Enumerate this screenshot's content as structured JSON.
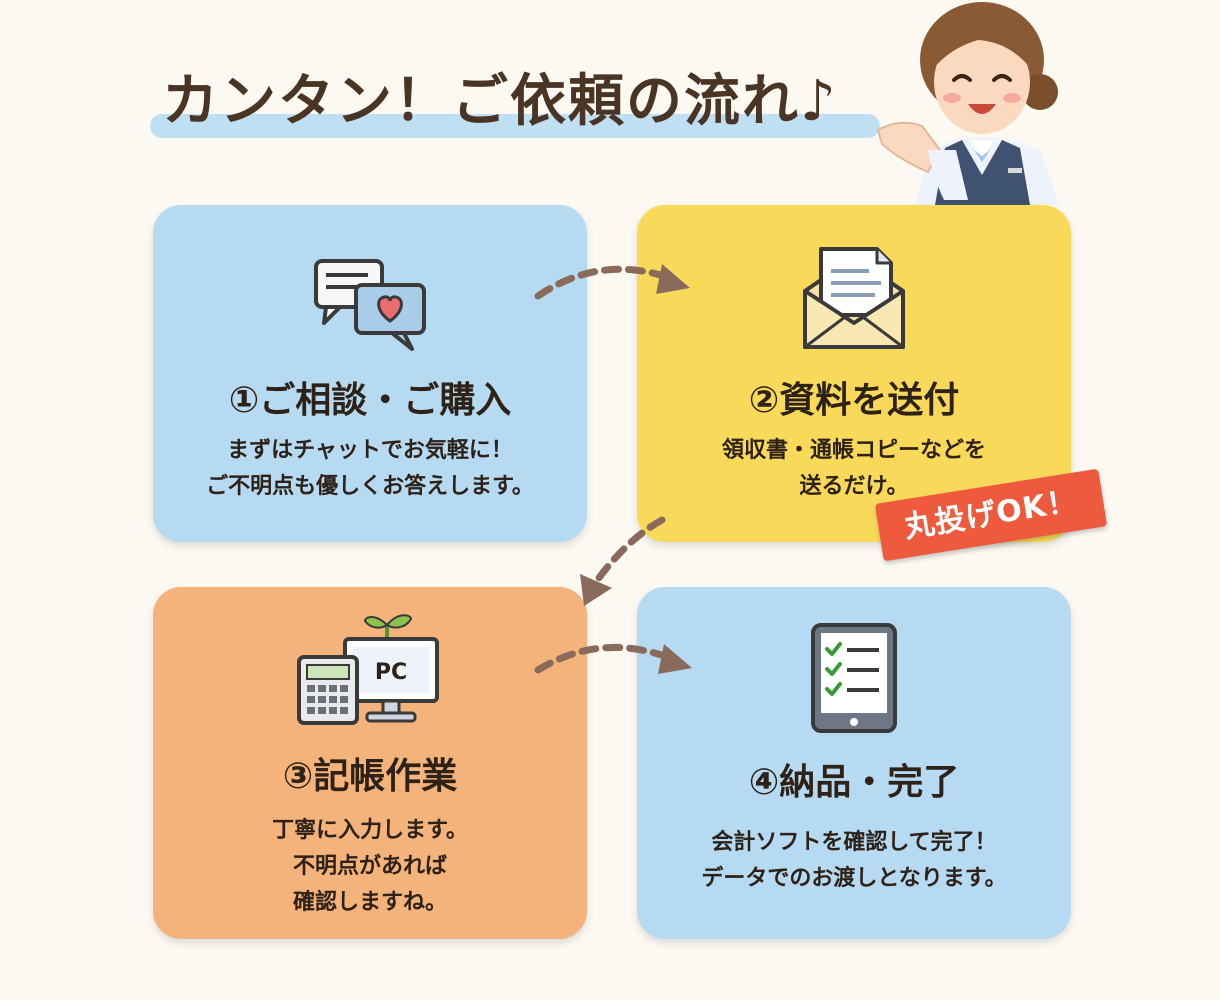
{
  "header": {
    "title": "カンタン！ご依頼の流れ♪"
  },
  "steps": [
    {
      "title": "①ご相談・ご購入",
      "description": [
        "まずはチャットでお気軽に！",
        "ご不明点も優しくお答えします。"
      ],
      "icon": "chat-heart-icon",
      "color": "#b5daf1"
    },
    {
      "title": "②資料を送付",
      "description": [
        "領収書・通帳コピーなどを",
        "送るだけ。"
      ],
      "icon": "envelope-document-icon",
      "color": "#f9d95a"
    },
    {
      "title": "③記帳作業",
      "description": [
        "丁寧に入力します。",
        "不明点があれば",
        "確認しますね。"
      ],
      "icon": "calculator-pc-icon",
      "color": "#f3b37b",
      "pc_label": "PC"
    },
    {
      "title": "④納品・完了",
      "description": [
        "会計ソフトを確認して完了！",
        "データでのお渡しとなります。"
      ],
      "icon": "tablet-checklist-icon",
      "color": "#b5daf1"
    }
  ],
  "stamp": {
    "text": "丸投げOK！",
    "color": "#ee5a3d"
  },
  "colors": {
    "accent_band": "#bfe0f3",
    "text": "#2e2118",
    "background": "#fbf9f2"
  }
}
